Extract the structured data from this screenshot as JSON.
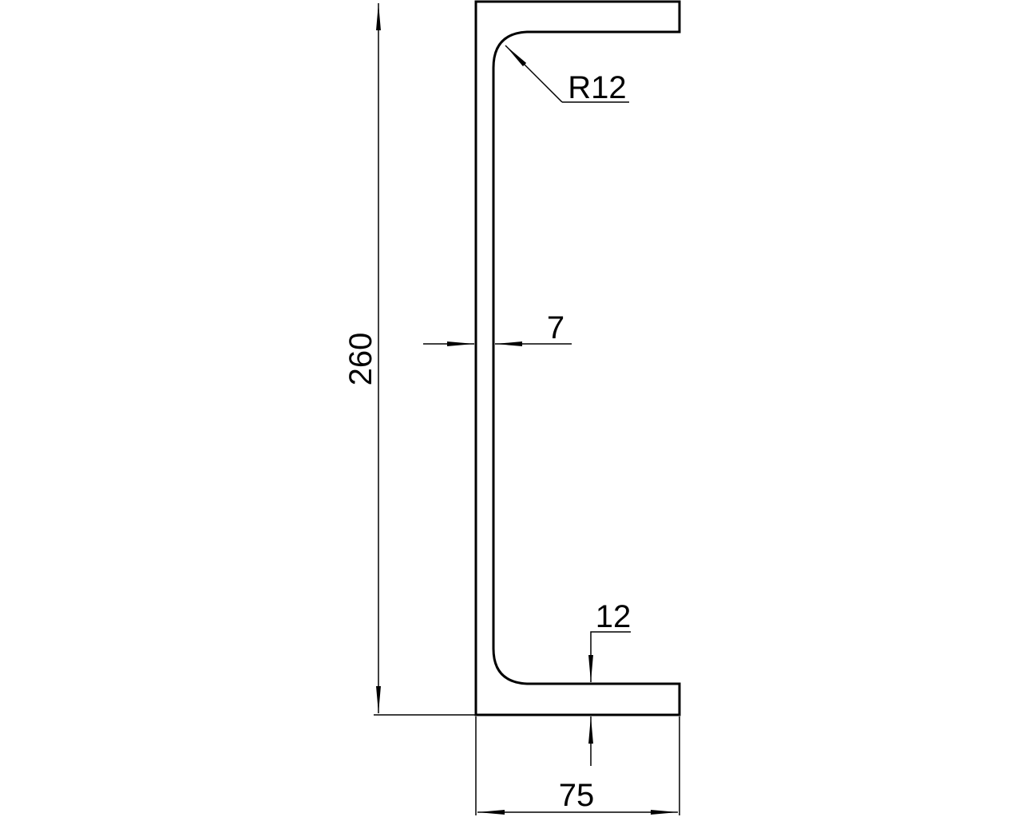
{
  "drawing": {
    "dimensions": {
      "height": "260",
      "web_thickness": "7",
      "fillet_radius": "R12",
      "flange_thickness": "12",
      "flange_width": "75"
    },
    "colors": {
      "background": "#ffffff",
      "line": "#000000"
    }
  }
}
